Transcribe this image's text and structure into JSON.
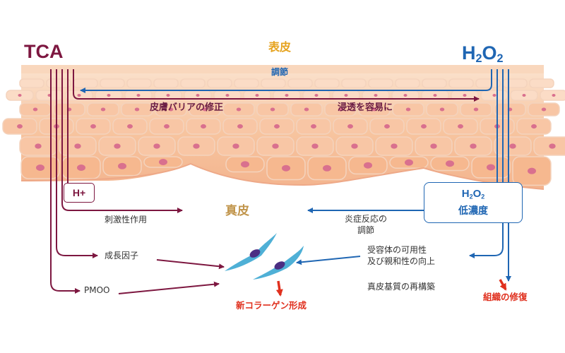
{
  "left_agent": {
    "label": "TCA",
    "color": "#7d1740"
  },
  "right_agent": {
    "label_main": "H",
    "label_sub": "2",
    "label_mid": "O",
    "label_sub2": "2",
    "color": "#1f66b3"
  },
  "layers": {
    "epidermis": "表皮",
    "dermis": "真皮"
  },
  "epidermis_effects": {
    "regulation": "調節",
    "barrier_repair": "皮膚バリアの修正",
    "easier_penetration": "浸透を容易に"
  },
  "tca_box": {
    "label": "H+"
  },
  "h2o2_box": {
    "line1_main": "H",
    "line1_sub": "2",
    "line1_mid": "O",
    "line1_sub2": "2",
    "line2": "低濃度"
  },
  "tca_effects": [
    "刺激性作用",
    "成長因子",
    "PMOO"
  ],
  "h2o2_effects": {
    "inflammation": [
      "炎症反応の",
      "調節"
    ],
    "receptor": [
      "受容体の可用性",
      "及び親和性の向上"
    ],
    "matrix": "真皮基質の再構築"
  },
  "outcomes": {
    "collagen": "新コラーゲン形成",
    "tissue_repair": "組織の修復"
  },
  "colors": {
    "tca_purple": "#7d1740",
    "h2o2_blue": "#1f66b3",
    "skin": "#f6c19a",
    "cell_nucleus": "#d9708e",
    "fibroblast": "#4fb0d6",
    "outcome_red": "#e0301e"
  }
}
